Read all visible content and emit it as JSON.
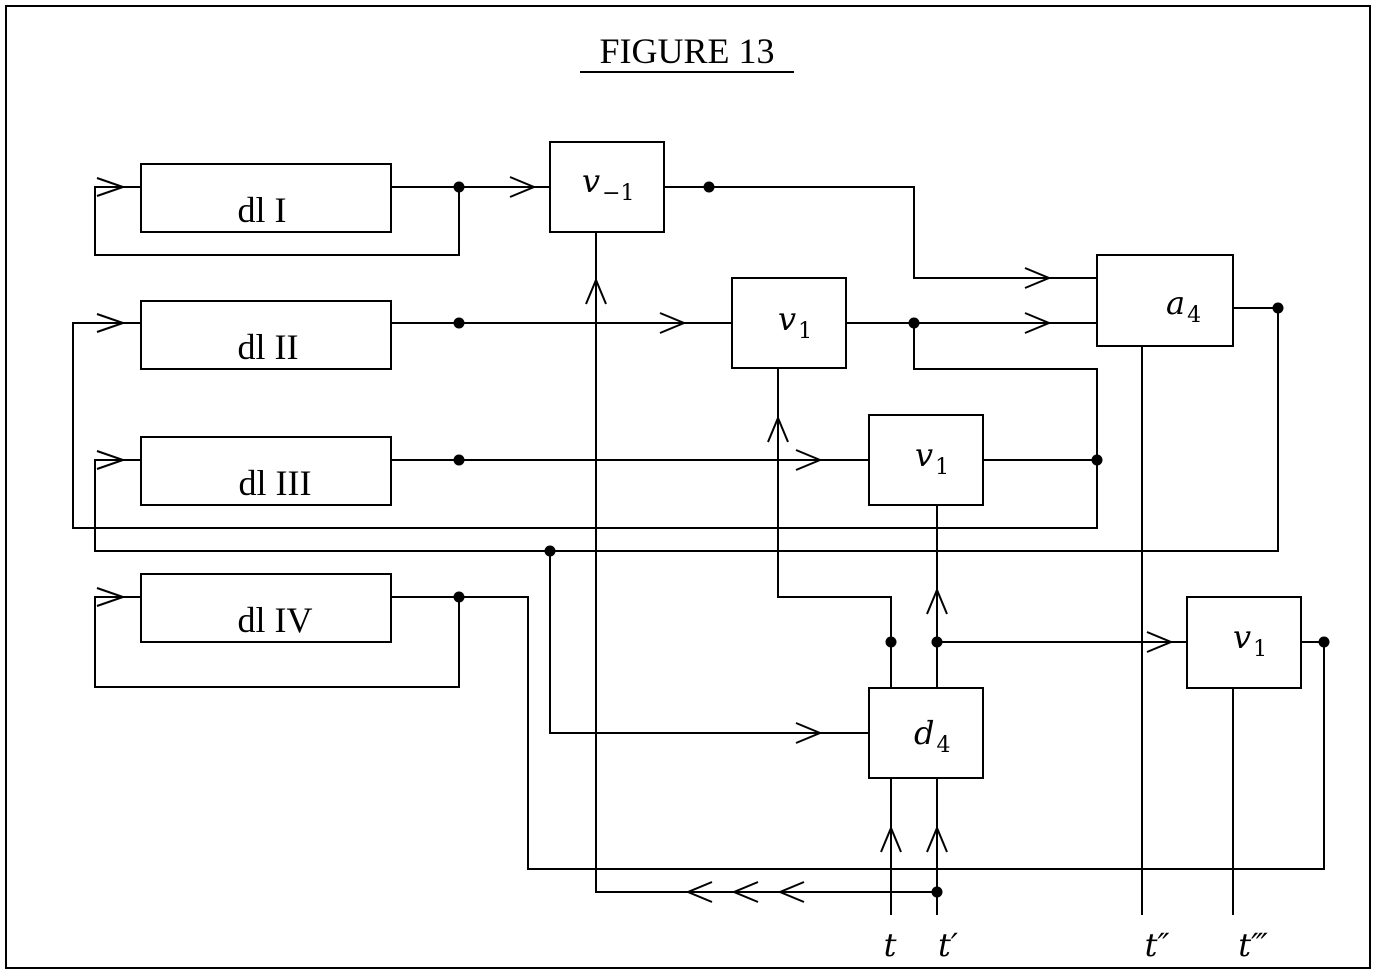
{
  "title": "FIGURE 13",
  "delay_lines": [
    "dl I",
    "dl II",
    "dl III",
    "dl IV"
  ],
  "organs": {
    "v_top": {
      "base": "v",
      "sub": "−1"
    },
    "v_mid": {
      "base": "v",
      "sub": "1"
    },
    "v_low": {
      "base": "v",
      "sub": "1"
    },
    "v_right": {
      "base": "v",
      "sub": "1"
    },
    "a4": {
      "base": "a",
      "sub": "4"
    },
    "d4": {
      "base": "d",
      "sub": "4"
    }
  },
  "terminals": [
    "t",
    "t′",
    "t″",
    "t‴"
  ]
}
